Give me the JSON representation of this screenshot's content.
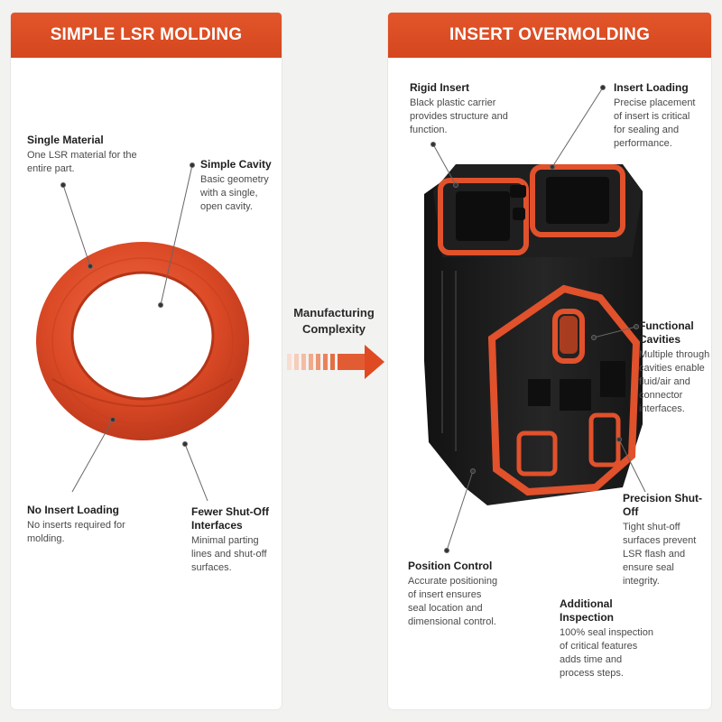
{
  "left": {
    "banner": "SIMPLE LSR MOLDING",
    "callouts": [
      {
        "title": "Single Material",
        "desc": "One LSR material for the entire part."
      },
      {
        "title": "Simple Cavity",
        "desc": "Basic geometry with a single, open cavity."
      },
      {
        "title": "No Insert Loading",
        "desc": "No inserts required for molding."
      },
      {
        "title": "Fewer Shut-Off Interfaces",
        "desc": "Minimal parting lines and shut-off surfaces."
      }
    ]
  },
  "center": {
    "label": "Manufacturing Complexity"
  },
  "right": {
    "banner": "INSERT OVERMOLDING",
    "callouts": [
      {
        "title": "Rigid Insert",
        "desc": "Black plastic carrier provides structure and function."
      },
      {
        "title": "Insert Loading",
        "desc": "Precise placement of insert is critical for sealing and performance."
      },
      {
        "title": "Functional Cavities",
        "desc": "Multiple through cavities enable fluid/air and connector interfaces."
      },
      {
        "title": "Precision Shut-Off",
        "desc": "Tight shut-off surfaces prevent LSR flash and ensure seal integrity."
      },
      {
        "title": "Position Control",
        "desc": "Accurate positioning of insert ensures seal location and dimensional control."
      },
      {
        "title": "Additional Inspection",
        "desc": "100% seal inspection of critical features adds time and process steps."
      }
    ]
  },
  "colors": {
    "accent": "#d94a22",
    "seal": "#e0512c",
    "insert": "#1c1c1c"
  }
}
